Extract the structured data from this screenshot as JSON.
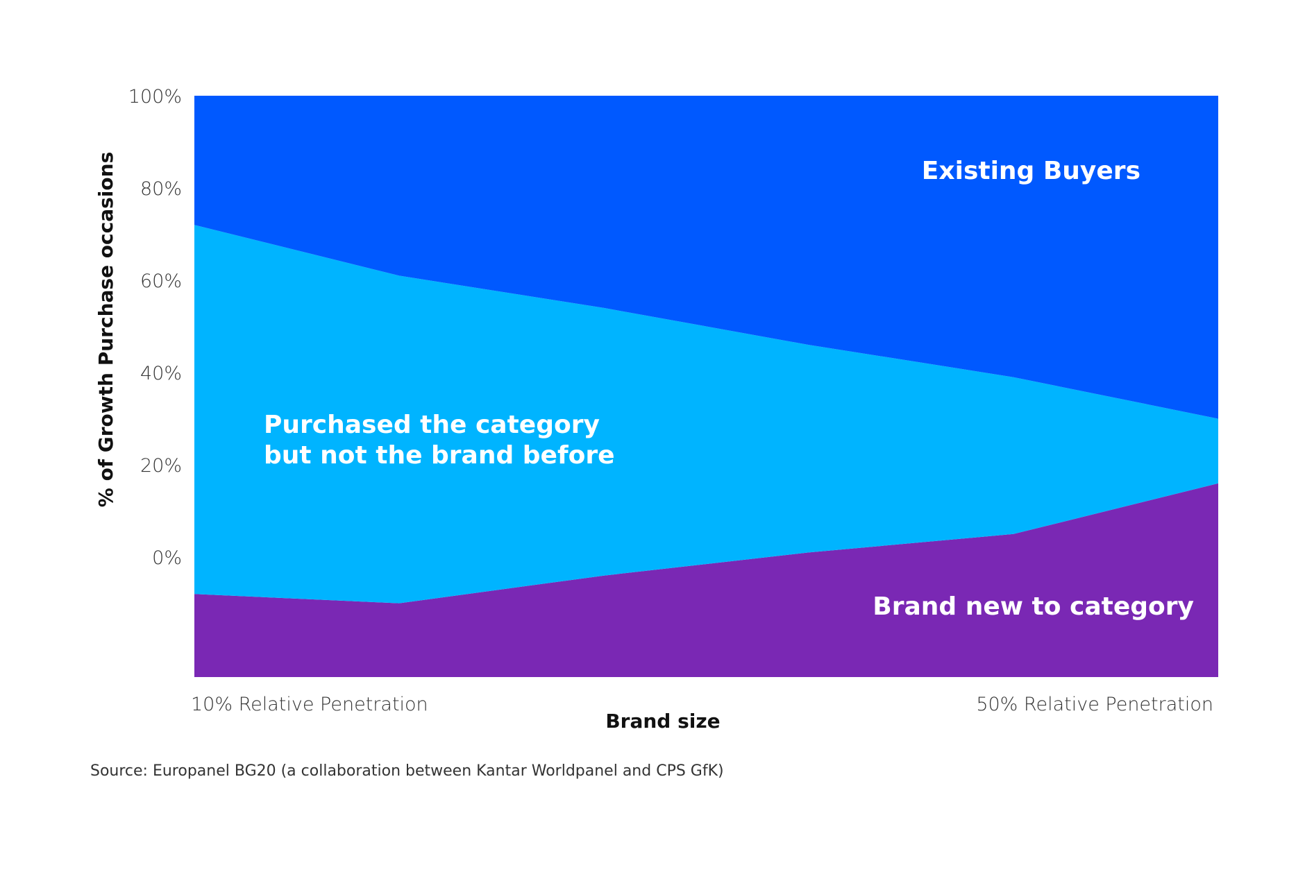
{
  "chart_data": {
    "type": "area",
    "stacked": true,
    "x_labels": [
      "10% Relative Penetration",
      "50% Relative Penetration"
    ],
    "x_title": "Brand size",
    "y_title": "% of Growth Purchase occasions",
    "y_ticks": [
      "100%",
      "80%",
      "60%",
      "40%",
      "20%",
      "0%"
    ],
    "ylim": [
      -26,
      100
    ],
    "x": [
      0,
      1,
      2,
      3,
      4,
      5
    ],
    "boundaries": {
      "lower": [
        -8,
        -10,
        -4,
        1,
        5,
        16
      ],
      "upper": [
        72,
        61,
        54,
        46,
        39,
        30
      ]
    },
    "series": [
      {
        "name": "Brand new to category",
        "color": "#7a28b4"
      },
      {
        "name": "Purchased the category but not the brand before",
        "color": "#00b4ff"
      },
      {
        "name": "Existing Buyers",
        "color": "#0059ff"
      }
    ],
    "area_labels": {
      "existing": "Existing Buyers",
      "purchased_line1": "Purchased the category",
      "purchased_line2": "but not the brand before",
      "brand_new": "Brand new to category"
    },
    "source": "Source: Europanel BG20 (a collaboration between Kantar Worldpanel and CPS GfK)"
  }
}
